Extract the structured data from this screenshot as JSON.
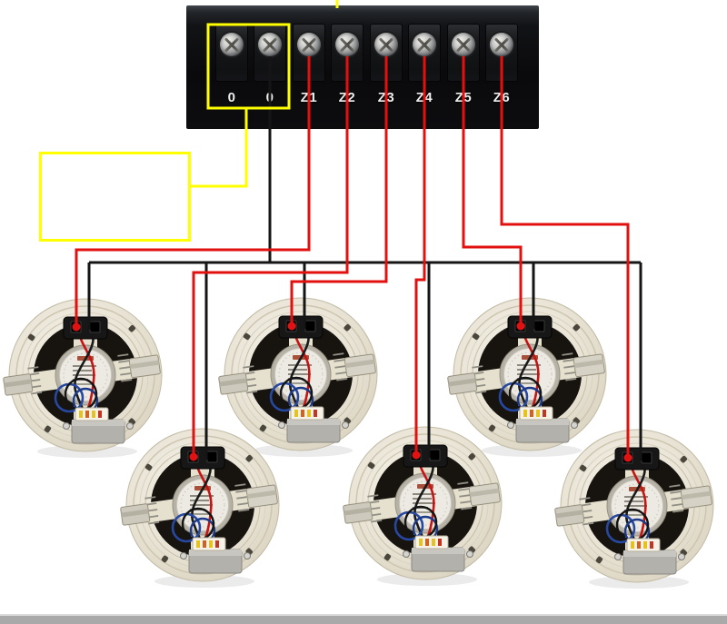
{
  "diagram": {
    "description_visible_text_only": true,
    "panel": {
      "body_color": "#0c0c0e",
      "label_color": "#eeeeee",
      "terminals": [
        {
          "label": "0"
        },
        {
          "label": "0"
        },
        {
          "label": "Z1"
        },
        {
          "label": "Z2"
        },
        {
          "label": "Z3"
        },
        {
          "label": "Z4"
        },
        {
          "label": "Z5"
        },
        {
          "label": "Z6"
        }
      ]
    },
    "highlight": {
      "color": "#ffff00",
      "outlined_terminals": [
        "0",
        "0"
      ],
      "callout_text": ""
    },
    "speakers": [
      {
        "id": "top-speaker-1"
      },
      {
        "id": "top-speaker-2"
      },
      {
        "id": "top-speaker-3"
      },
      {
        "id": "bottom-speaker-1"
      },
      {
        "id": "bottom-speaker-2"
      },
      {
        "id": "bottom-speaker-3"
      }
    ],
    "wires": {
      "signal_color": "#e31010",
      "common_color": "#151515",
      "highlight_color": "#ffff00",
      "connections": [
        {
          "from": "0",
          "role": "common",
          "color": "black",
          "to": [
            "top-speaker-1",
            "bottom-speaker-1",
            "top-speaker-2",
            "bottom-speaker-2",
            "top-speaker-3",
            "bottom-speaker-3"
          ]
        },
        {
          "from": "Z1",
          "color": "red",
          "to": "top-speaker-1"
        },
        {
          "from": "Z2",
          "color": "red",
          "to": "bottom-speaker-1"
        },
        {
          "from": "Z3",
          "color": "red",
          "to": "top-speaker-2"
        },
        {
          "from": "Z4",
          "color": "red",
          "to": "bottom-speaker-2"
        },
        {
          "from": "Z5",
          "color": "red",
          "to": "top-speaker-3"
        },
        {
          "from": "Z6",
          "color": "red",
          "to": "bottom-speaker-3"
        }
      ]
    }
  }
}
